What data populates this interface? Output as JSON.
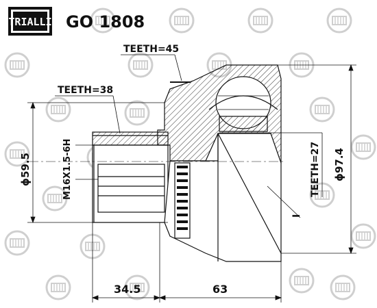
{
  "brand": {
    "logo_text": "TRIALLI"
  },
  "header": {
    "part_number": "GO 1808"
  },
  "drawing": {
    "teeth_outer": "TEETH=45",
    "teeth_stub": "TEETH=38",
    "teeth_inner": "TEETH=27",
    "thread": "M16X1.5-6H",
    "diameter_stub": "ϕ59.5",
    "diameter_body": "ϕ97.4",
    "length_stub": "34.5",
    "length_body": "63",
    "section_mark": "I"
  },
  "colors": {
    "ink": "#111111",
    "watermark": "#c9c9c9"
  }
}
